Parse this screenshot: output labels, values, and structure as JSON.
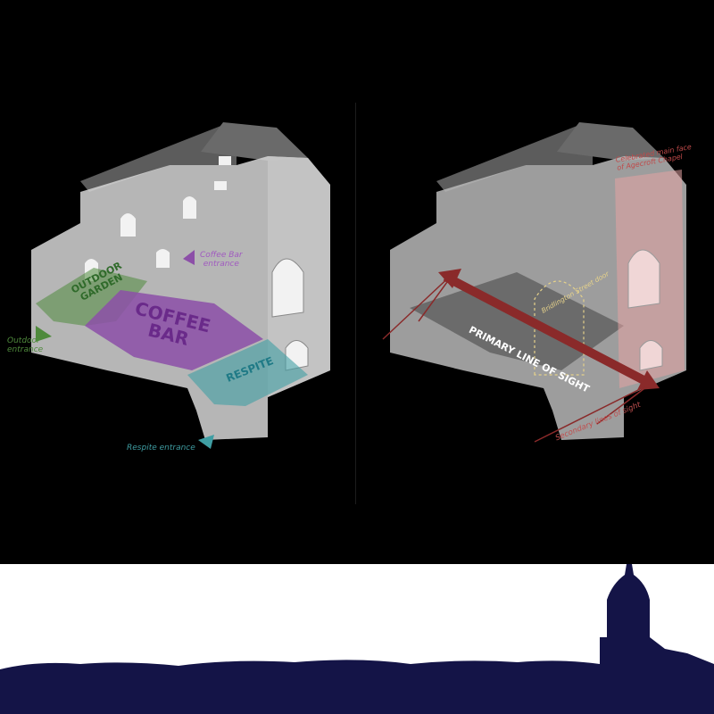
{
  "left_diagram": {
    "zones": {
      "outdoor_garden": "OUTDOOR\nGARDEN",
      "coffee_bar": "COFFEE\nBAR",
      "respite": "RESPITE"
    },
    "entrances": {
      "coffee_bar": "Coffee Bar\nentrance",
      "outdoor": "Outdoor\nentrance",
      "respite": "Respite entrance"
    }
  },
  "right_diagram": {
    "labels": {
      "primary_line": "PRIMARY LINE OF SIGHT",
      "secondary_lines": "Secondary lines of sight",
      "chapel_face": "Celebrated main face\nof Agecroft Chapel",
      "door": "Bridlington Street door"
    }
  },
  "colors": {
    "background": "#000000",
    "building": "#d9d9d9",
    "roof": "#5c5c5c",
    "garden_green": "#4f8a3c",
    "coffee_purple": "#8c4fa8",
    "respite_teal": "#3f9ea3",
    "sightline_red": "#8a2a2a",
    "chapel_pink": "#e3a3a3",
    "skyline_navy": "#141447"
  }
}
